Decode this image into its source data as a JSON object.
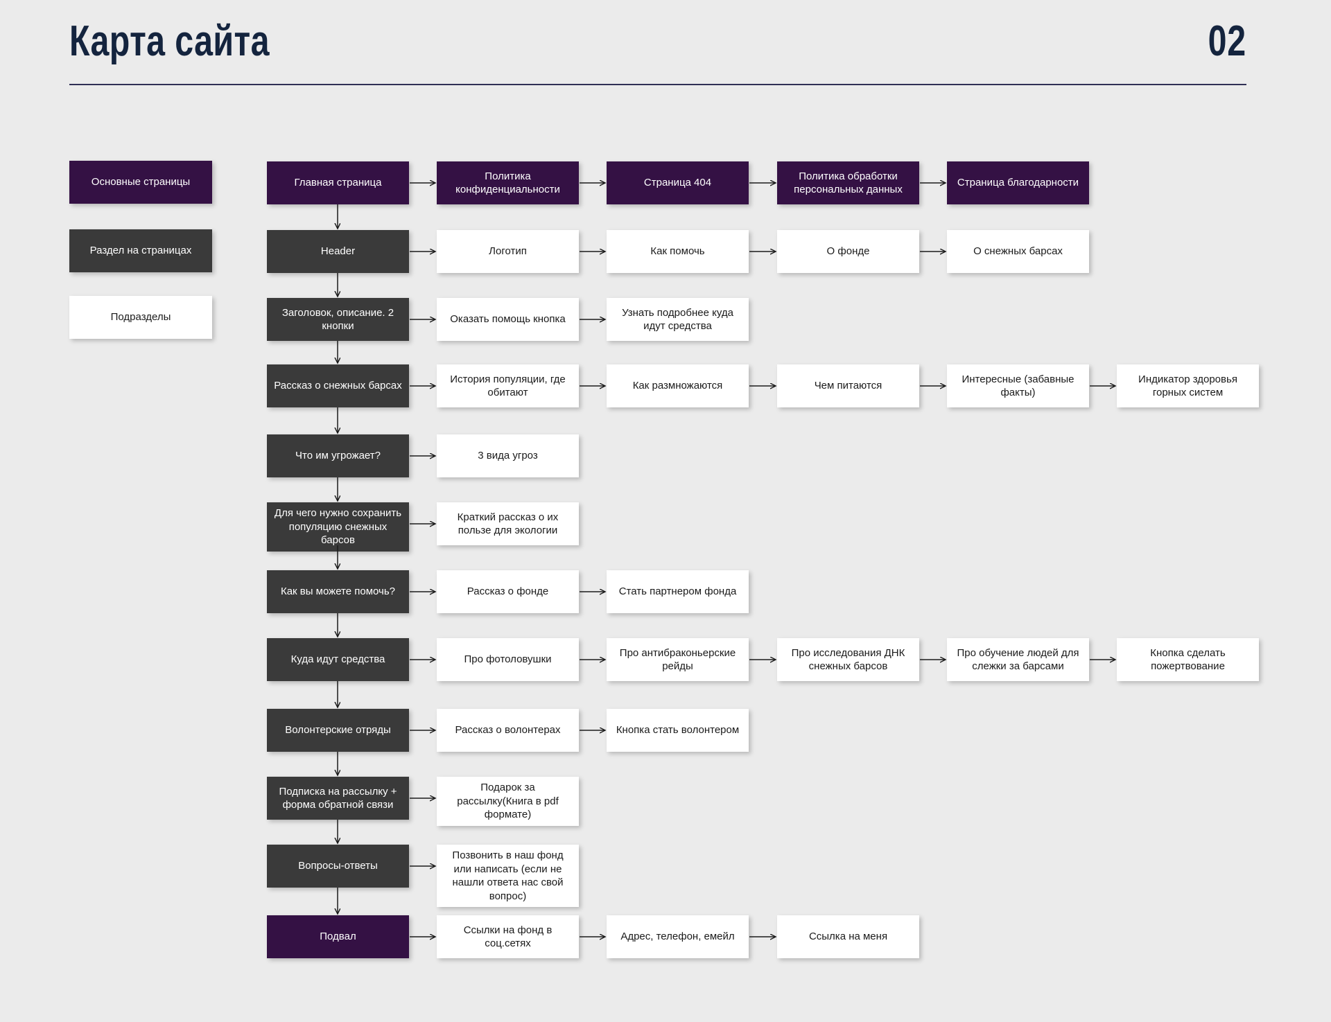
{
  "page": {
    "title": "Карта сайта",
    "page_number": "02"
  },
  "colors": {
    "background": "#ebebeb",
    "main_pages": "#341144",
    "sections": "#3a3a3a",
    "subsections": "#ffffff",
    "heading": "#14243e",
    "arrow": "#1a1a1a"
  },
  "legend": [
    {
      "label": "Основные страницы",
      "type": "main"
    },
    {
      "label": "Раздел на страницах",
      "type": "section"
    },
    {
      "label": "Подразделы",
      "type": "sub"
    }
  ],
  "diagram": {
    "type": "sitemap-flowchart",
    "rows": [
      {
        "nodes": [
          {
            "label": "Главная страница",
            "type": "main"
          },
          {
            "label": "Политика конфиденциальности",
            "type": "main"
          },
          {
            "label": "Страница 404",
            "type": "main"
          },
          {
            "label": "Политика обработки персональных данных",
            "type": "main"
          },
          {
            "label": "Страница благодарности",
            "type": "main"
          }
        ]
      },
      {
        "nodes": [
          {
            "label": "Header",
            "type": "section"
          },
          {
            "label": "Логотип",
            "type": "sub"
          },
          {
            "label": "Как помочь",
            "type": "sub"
          },
          {
            "label": "О фонде",
            "type": "sub"
          },
          {
            "label": "О снежных барсах",
            "type": "sub"
          }
        ]
      },
      {
        "nodes": [
          {
            "label": "Заголовок, описание. 2 кнопки",
            "type": "section"
          },
          {
            "label": "Оказать помощь кнопка",
            "type": "sub"
          },
          {
            "label": "Узнать подробнее куда идут средства",
            "type": "sub"
          }
        ]
      },
      {
        "nodes": [
          {
            "label": "Рассказ о снежных барсах",
            "type": "section"
          },
          {
            "label": "История популяции, где обитают",
            "type": "sub"
          },
          {
            "label": "Как размножаются",
            "type": "sub"
          },
          {
            "label": "Чем питаются",
            "type": "sub"
          },
          {
            "label": "Интересные (забавные факты)",
            "type": "sub"
          },
          {
            "label": "Индикатор здоровья горных систем",
            "type": "sub"
          }
        ]
      },
      {
        "nodes": [
          {
            "label": "Что им угрожает?",
            "type": "section"
          },
          {
            "label": "3 вида угроз",
            "type": "sub"
          }
        ]
      },
      {
        "nodes": [
          {
            "label": "Для чего нужно сохранить популяцию снежных барсов",
            "type": "section"
          },
          {
            "label": "Краткий рассказ о их пользе для экологии",
            "type": "sub"
          }
        ]
      },
      {
        "nodes": [
          {
            "label": "Как вы можете помочь?",
            "type": "section"
          },
          {
            "label": "Рассказ о фонде",
            "type": "sub"
          },
          {
            "label": "Стать партнером фонда",
            "type": "sub"
          }
        ]
      },
      {
        "nodes": [
          {
            "label": "Куда идут средства",
            "type": "section"
          },
          {
            "label": "Про фотоловушки",
            "type": "sub"
          },
          {
            "label": "Про антибраконьерские рейды",
            "type": "sub"
          },
          {
            "label": "Про исследования ДНК снежных барсов",
            "type": "sub"
          },
          {
            "label": "Про обучение людей для слежки за барсами",
            "type": "sub"
          },
          {
            "label": "Кнопка сделать пожертвование",
            "type": "sub"
          }
        ]
      },
      {
        "nodes": [
          {
            "label": "Волонтерские отряды",
            "type": "section"
          },
          {
            "label": "Рассказ о волонтерах",
            "type": "sub"
          },
          {
            "label": "Кнопка стать волонтером",
            "type": "sub"
          }
        ]
      },
      {
        "nodes": [
          {
            "label": "Подписка на рассылку + форма обратной связи",
            "type": "section"
          },
          {
            "label": "Подарок за рассылку(Книга в pdf формате)",
            "type": "sub"
          }
        ]
      },
      {
        "nodes": [
          {
            "label": "Вопросы-ответы",
            "type": "section"
          },
          {
            "label": "Позвонить в наш фонд или написать (если не нашли ответа нас свой вопрос)",
            "type": "sub"
          }
        ]
      },
      {
        "nodes": [
          {
            "label": "Подвал",
            "type": "main"
          },
          {
            "label": "Ссылки на фонд в соц.сетях",
            "type": "sub"
          },
          {
            "label": "Адрес, телефон, емейл",
            "type": "sub"
          },
          {
            "label": "Ссылка на меня",
            "type": "sub"
          }
        ]
      }
    ]
  }
}
